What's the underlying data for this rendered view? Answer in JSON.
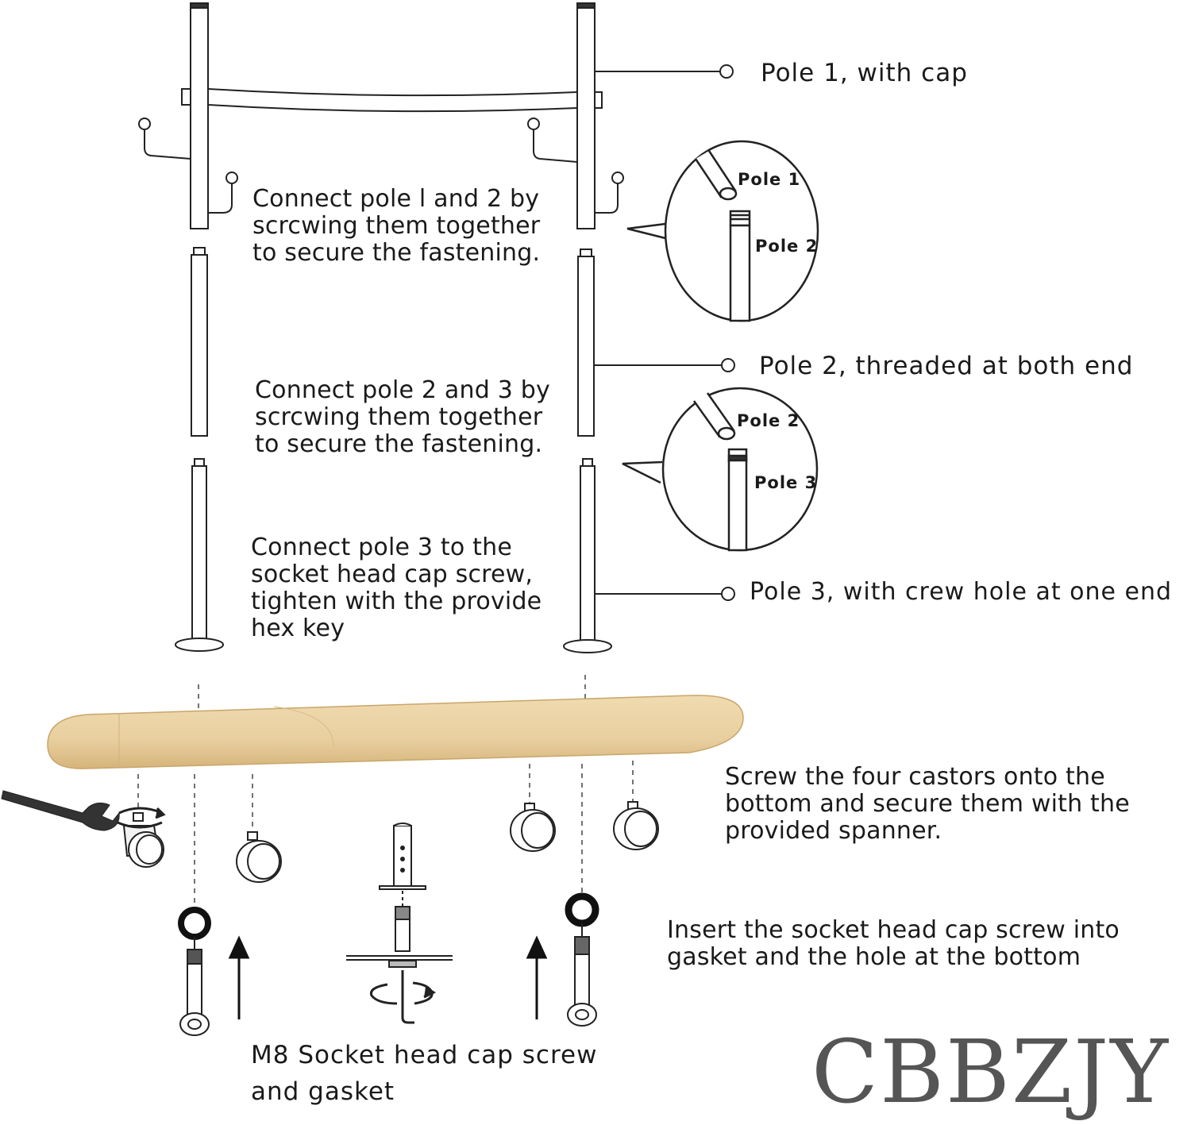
{
  "labels": {
    "pole1": "Pole 1, with cap",
    "pole2": "Pole 2,  threaded at both end",
    "pole3": "Pole 3,  with crew hole at one end"
  },
  "magnifiers": {
    "top": {
      "upper": "Pole 1",
      "lower": "Pole 2"
    },
    "bottom": {
      "upper": "Pole 2",
      "lower": "Pole 3"
    }
  },
  "instructions": {
    "step1": "Connect pole l and 2 by\nscrcwing them together\nto secure the fastening.",
    "step2": "Connect pole 2 and 3 by\nscrcwing them together\nto secure the fastening.",
    "step3": "Connect pole 3 to the\nsocket head cap screw,\ntighten with the provide\nhex key",
    "step4": "Screw the four castors onto the\nbottom and secure them with the\nprovided spanner.",
    "step5": "Insert the socket head cap screw into\ngasket and the hole at the bottom"
  },
  "parts": {
    "screw_label": "M8 Socket head cap screw\nand gasket"
  },
  "brand": "CBBZJY",
  "colors": {
    "line": "#222222",
    "wood": "#e8cf9f",
    "wood_dark": "#d9b97f",
    "brand_text": "#555555"
  }
}
